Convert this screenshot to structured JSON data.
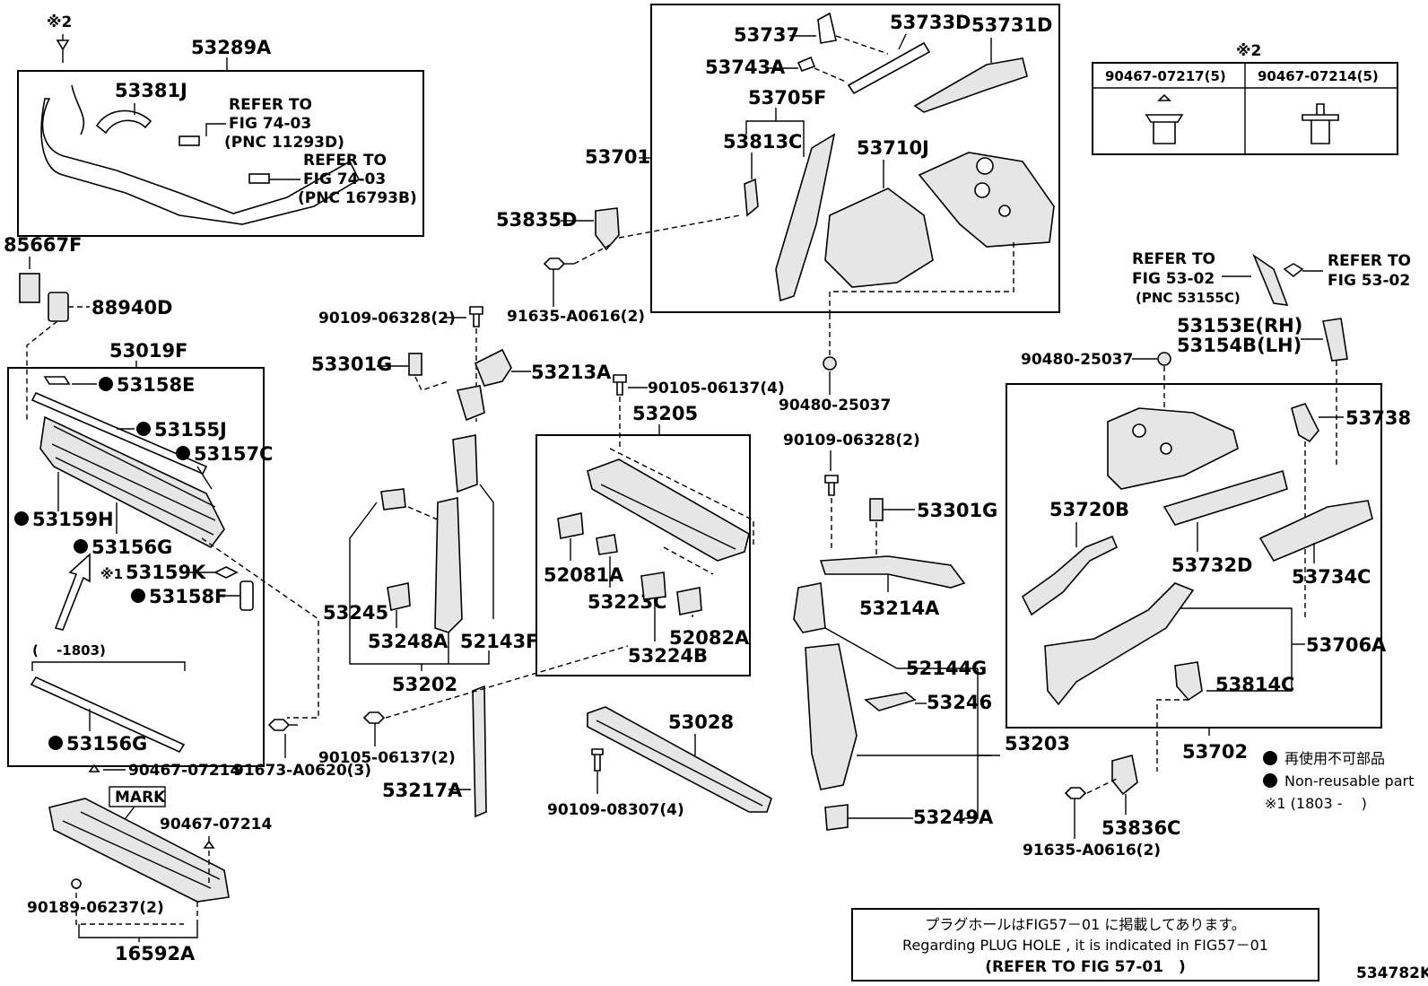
{
  "diagram_id": "534782K",
  "labels": {
    "l53289A": "53289A",
    "l53381J": "53381J",
    "l_ref_a1": "REFER TO",
    "l_ref_a2": "FIG 74-03",
    "l_ref_a3": "(PNC 11293D)",
    "l_ref_b1": "REFER TO",
    "l_ref_b2": "FIG 74-03",
    "l_ref_b3": "(PNC 16793B)",
    "l_mark2_top": "※2",
    "l85667F": "85667F",
    "l88940D": "88940D",
    "l53019F": "53019F",
    "l53158E": "53158E",
    "l53155J": "53155J",
    "l53157C": "53157C",
    "l53159H": "53159H",
    "l53156G_a": "53156G",
    "l53159K_pre": "※1",
    "l53159K": "53159K",
    "l53158F": "53158F",
    "l_range": "(　 -1803)",
    "l53156G_b": "53156G",
    "l90467_07214_a": "90467-07214",
    "l91673": "91673-A0620(3)",
    "l_mark": "MARK",
    "l90467_07214_b": "90467-07214",
    "l90189": "90189-06237(2)",
    "l16592A": "16592A",
    "l53737": "53737",
    "l53733D": "53733D",
    "l53731D": "53731D",
    "l53743A": "53743A",
    "l53705F": "53705F",
    "l53701": "53701",
    "l53813C": "53813C",
    "l53710J": "53710J",
    "l53835D": "53835D",
    "l91635_a": "91635-A0616(2)",
    "l90109_06328_a": "90109-06328(2)",
    "l53301G_a": "53301G",
    "l53213A": "53213A",
    "l90105_06137_a": "90105-06137(4)",
    "l53205": "53205",
    "l90480_a": "90480-25037",
    "l52081A": "52081A",
    "l53223C": "53223C",
    "l52082A": "52082A",
    "l53224B": "53224B",
    "l53245": "53245",
    "l53248A": "53248A",
    "l52143F": "52143F",
    "l53202": "53202",
    "l90105_06137_b": "90105-06137(2)",
    "l53217A": "53217A",
    "l53028": "53028",
    "l90109_08307": "90109-08307(4)",
    "l90109_06328_b": "90109-06328(2)",
    "l53301G_b": "53301G",
    "l53214A": "53214A",
    "l52144G": "52144G",
    "l53246": "53246",
    "l53203": "53203",
    "l53249A": "53249A",
    "l_ref_c1": "REFER TO",
    "l_ref_c2": "FIG 53-02",
    "l_ref_c3": "(PNC 53155C)",
    "l_ref_d1": "REFER TO",
    "l_ref_d2": "FIG 53-02",
    "l53153E": "53153E(RH)",
    "l53154B": "53154B(LH)",
    "l90480_b": "90480-25037",
    "l53738": "53738",
    "l53720B": "53720B",
    "l53732D": "53732D",
    "l53734C": "53734C",
    "l53706A": "53706A",
    "l53814C": "53814C",
    "l53702": "53702",
    "l91635_b": "91635-A0616(2)",
    "l53836C": "53836C"
  },
  "clip_table": {
    "mark": "※2",
    "headers": [
      "90467-07217(5)",
      "90467-07214(5)"
    ]
  },
  "legend": {
    "nonreusable_jp": "再使用不可部品",
    "nonreusable_en": "Non-reusable part",
    "note1": "※1 (1803 -　 )"
  },
  "note_box": {
    "line1": "プラグホールはFIG57－01 に掲載してあります。",
    "line2": "Regarding PLUG HOLE , it is indicated in FIG57－01",
    "line3": "(REFER TO FIG 57-01　)"
  }
}
